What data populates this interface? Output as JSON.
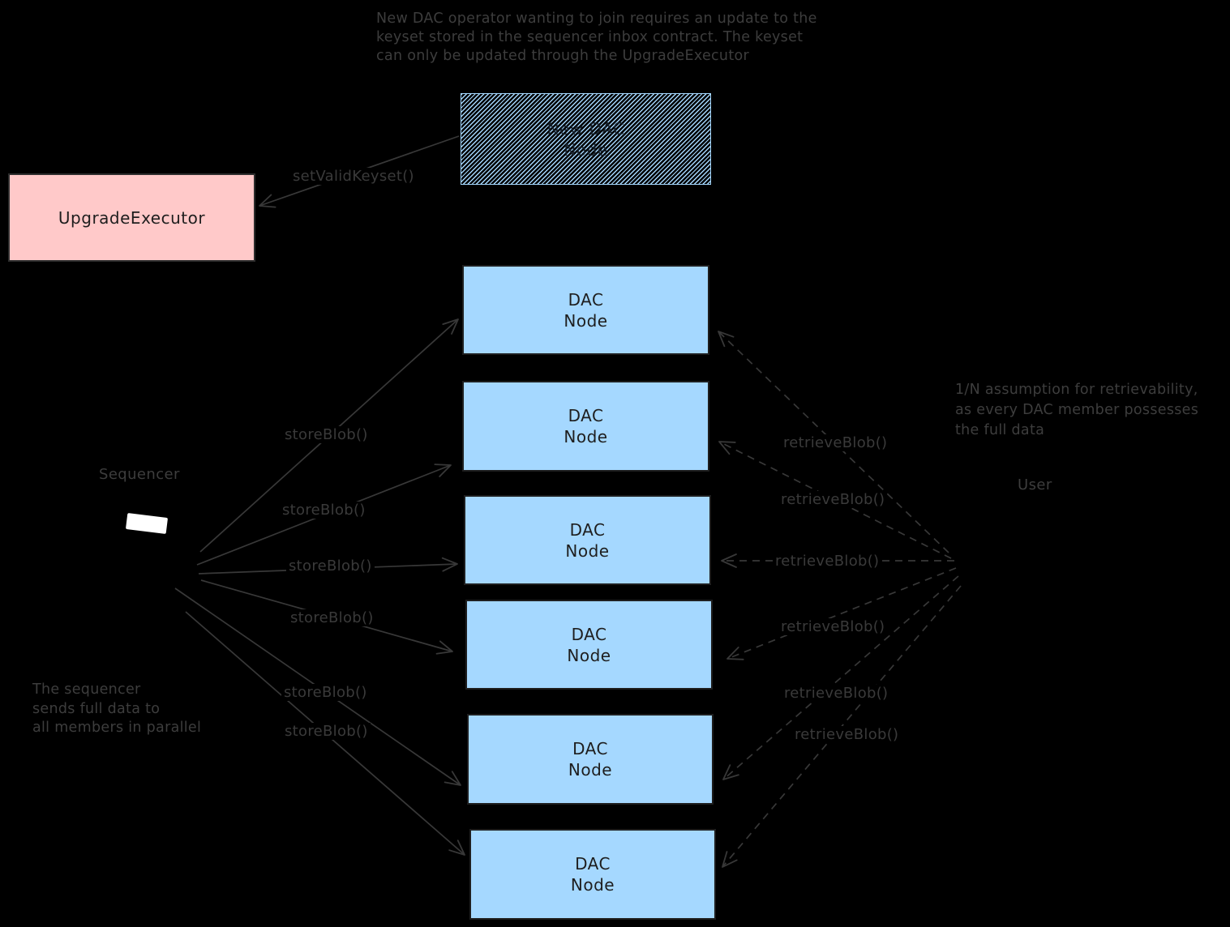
{
  "colors": {
    "background": "#000000",
    "dac_node_fill": "#a5d8ff",
    "upgrade_executor_fill": "#ffc9c9",
    "hatch": "#a5d8ff",
    "stroke": "#383838",
    "box_ink": "#1e1e1e",
    "sequencer_highlight": "#ffffff"
  },
  "annotations": {
    "keyset_note": {
      "lines": [
        "New DAC operator wanting to join requires an update to the",
        "keyset stored in the sequencer inbox contract. The keyset",
        "can only be updated through the UpgradeExecutor"
      ]
    },
    "retrievability_note": {
      "lines": [
        "1/N assumption for retrievability,",
        "as every DAC member possesses",
        "the full data"
      ]
    },
    "parallel_note": {
      "lines": [
        "The sequencer",
        "sends full data to",
        "all members in parallel"
      ]
    }
  },
  "nodes": {
    "upgrade_executor": {
      "label": "UpgradeExecutor"
    },
    "new_dac_node": {
      "line1": "New DAC",
      "line2": "Node"
    },
    "sequencer": {
      "label": "Sequencer"
    },
    "user": {
      "label": "User"
    },
    "dac_nodes": [
      {
        "line1": "DAC",
        "line2": "Node"
      },
      {
        "line1": "DAC",
        "line2": "Node"
      },
      {
        "line1": "DAC",
        "line2": "Node"
      },
      {
        "line1": "DAC",
        "line2": "Node"
      },
      {
        "line1": "DAC",
        "line2": "Node"
      },
      {
        "line1": "DAC",
        "line2": "Node"
      }
    ]
  },
  "edges": {
    "set_valid_keyset_label": "setValidKeyset()",
    "store_blob_labels": [
      "storeBlob()",
      "storeBlob()",
      "storeBlob()",
      "storeBlob()",
      "storeBlob()",
      "storeBlob()"
    ],
    "retrieve_blob_labels": [
      "retrieveBlob()",
      "retrieveBlob()",
      "retrieveBlob()",
      "retrieveBlob()",
      "retrieveBlob()",
      "retrieveBlob()"
    ]
  }
}
